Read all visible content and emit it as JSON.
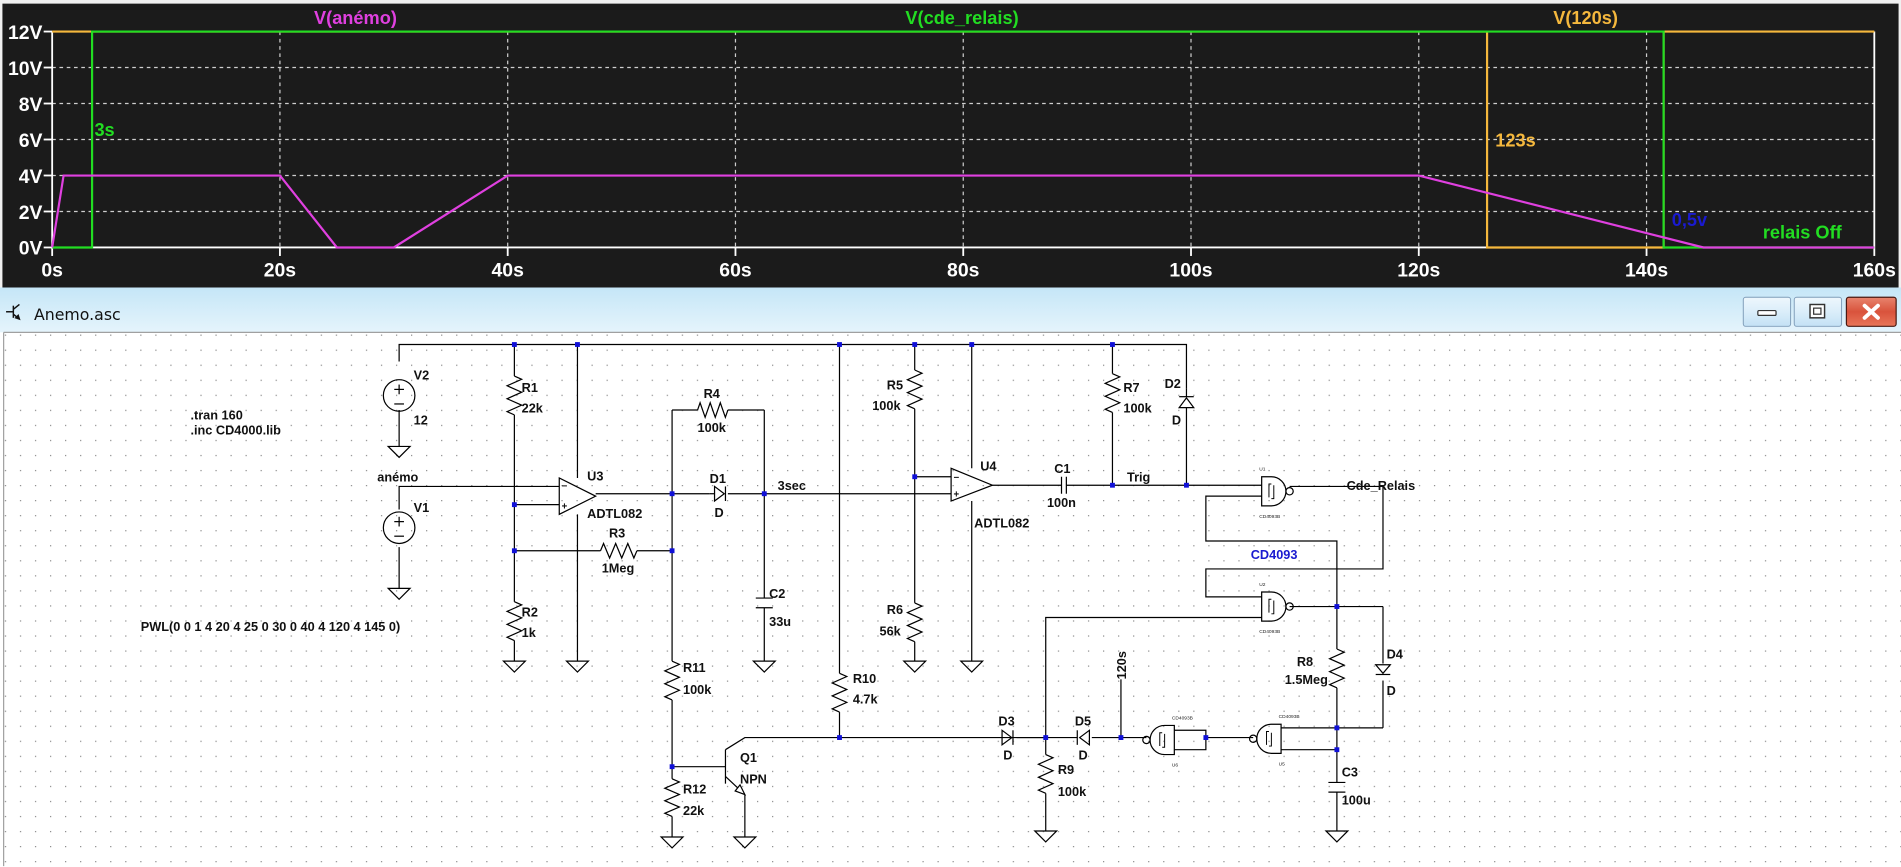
{
  "plot": {
    "colors": {
      "background": "#1b1b1b",
      "anemo": "#e040e0",
      "cde_relais": "#22dd22",
      "v120s": "#f5b83d",
      "annotation_blue": "#1a1ad0",
      "axis": "#ffffff"
    },
    "cursor_labels": {
      "c3s": "3s",
      "c123s": "123s",
      "v05": "0,5v",
      "relais_off": "relais Off"
    }
  },
  "chart_data": {
    "type": "line",
    "title": "",
    "xlabel": "",
    "ylabel": "",
    "xlim": [
      0,
      160
    ],
    "ylim": [
      0,
      12
    ],
    "grid": true,
    "x_ticks": [
      "0s",
      "20s",
      "40s",
      "60s",
      "80s",
      "100s",
      "120s",
      "140s",
      "160s"
    ],
    "y_ticks": [
      "0V",
      "2V",
      "4V",
      "6V",
      "8V",
      "10V",
      "12V"
    ],
    "legend": [
      "V(anémo)",
      "V(cde_relais)",
      "V(120s)"
    ],
    "legend_placement": "top",
    "series": [
      {
        "name": "V(anémo)",
        "color": "#e040e0",
        "x": [
          0,
          1,
          20,
          25,
          30,
          40,
          120,
          145,
          160
        ],
        "y": [
          0,
          4,
          4,
          0,
          0,
          4,
          4,
          0,
          0
        ]
      },
      {
        "name": "V(cde_relais)",
        "color": "#22dd22",
        "x": [
          0,
          3.5,
          3.5,
          126,
          126,
          141.5,
          141.5,
          160
        ],
        "y": [
          0,
          0,
          12,
          12,
          12,
          12,
          0,
          0
        ]
      },
      {
        "name": "V(120s)",
        "color": "#f5b83d",
        "x": [
          0,
          126,
          126,
          141.5,
          141.5,
          160
        ],
        "y": [
          12,
          12,
          0,
          0,
          12,
          12
        ]
      }
    ],
    "annotations": [
      {
        "text": "3s",
        "x": 3.5,
        "y": 6.2,
        "color": "#22dd22"
      },
      {
        "text": "123s",
        "x": 126.5,
        "y": 5.6,
        "color": "#f5b83d"
      },
      {
        "text": "0,5v",
        "x": 142,
        "y": 1.2,
        "color": "#1a1ad0"
      },
      {
        "text": "relais Off",
        "x": 150,
        "y": 0.5,
        "color": "#22dd22"
      }
    ]
  },
  "window": {
    "title": "Anemo.asc",
    "icon": "transistor-icon",
    "buttons": {
      "minimize": "minimize-icon",
      "maximize": "maximize-icon",
      "close": "close-icon"
    }
  },
  "schematic": {
    "directives": [
      ".tran 160",
      ".inc CD4000.lib"
    ],
    "pwl": "PWL(0 0 1 4 20 4 25 0 30 0 40 4 120 4 145 0)",
    "nets": {
      "anemo": "anémo",
      "sec3": "3sec",
      "trig": "Trig",
      "cde": "Cde_Relais",
      "s120": "120s"
    },
    "cd4093_label": "CD4093",
    "components": {
      "V2": {
        "name": "V2",
        "value": "12"
      },
      "V1": {
        "name": "V1",
        "value": ""
      },
      "R1": {
        "name": "R1",
        "value": "22k"
      },
      "R2": {
        "name": "R2",
        "value": "1k"
      },
      "R3": {
        "name": "R3",
        "value": "1Meg"
      },
      "R4": {
        "name": "R4",
        "value": "100k"
      },
      "R5": {
        "name": "R5",
        "value": "100k"
      },
      "R6": {
        "name": "R6",
        "value": "56k"
      },
      "R7": {
        "name": "R7",
        "value": "100k"
      },
      "R8": {
        "name": "R8",
        "value": "1.5Meg"
      },
      "R9": {
        "name": "R9",
        "value": "100k"
      },
      "R10": {
        "name": "R10",
        "value": "4.7k"
      },
      "R11": {
        "name": "R11",
        "value": "100k"
      },
      "R12": {
        "name": "R12",
        "value": "22k"
      },
      "C1": {
        "name": "C1",
        "value": "100n"
      },
      "C2": {
        "name": "C2",
        "value": "33u"
      },
      "C3": {
        "name": "C3",
        "value": "100u"
      },
      "D1": {
        "name": "D1",
        "value": "D"
      },
      "D2": {
        "name": "D2",
        "value": "D"
      },
      "D3": {
        "name": "D3",
        "value": "D"
      },
      "D4": {
        "name": "D4",
        "value": "D"
      },
      "D5": {
        "name": "D5",
        "value": "D"
      },
      "U3": {
        "name": "U3",
        "value": "ADTL082"
      },
      "U4": {
        "name": "U4",
        "value": "ADTL082"
      },
      "Q1": {
        "name": "Q1",
        "value": "NPN"
      },
      "U1": {
        "name": "U1",
        "value": "CD4093B"
      },
      "U2": {
        "name": "U2",
        "value": "CD4093B"
      },
      "U5": {
        "name": "U5",
        "value": "CD4093B"
      },
      "U6": {
        "name": "U6",
        "value": "CD4093B"
      }
    }
  }
}
